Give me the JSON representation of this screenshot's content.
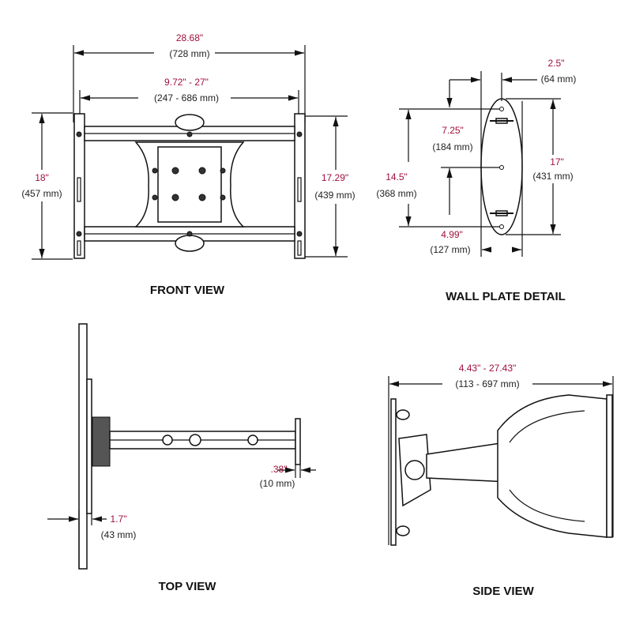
{
  "colors": {
    "inch_text": "#a0103c",
    "mm_text": "#222222",
    "lines": "#111111"
  },
  "front_view": {
    "title": "FRONT VIEW",
    "overall_width": {
      "in": "28.68\"",
      "mm": "(728 mm)"
    },
    "rail_range": {
      "in": "9.72\" - 27\"",
      "mm": "(247 - 686 mm)"
    },
    "bracket_height": {
      "in": "18\"",
      "mm": "(457 mm)"
    },
    "mount_height": {
      "in": "17.29\"",
      "mm": "(439 mm)"
    }
  },
  "wall_plate": {
    "title": "WALL PLATE DETAIL",
    "offset": {
      "in": "2.5\"",
      "mm": "(64 mm)"
    },
    "half_hole_spacing": {
      "in": "7.25\"",
      "mm": "(184 mm)"
    },
    "hole_spacing": {
      "in": "14.5\"",
      "mm": "(368 mm)"
    },
    "plate_height": {
      "in": "17\"",
      "mm": "(431 mm)"
    },
    "plate_width": {
      "in": "4.99\"",
      "mm": "(127 mm)"
    }
  },
  "top_view": {
    "title": "TOP VIEW",
    "wall_plate_thickness": {
      "in": ".38\"",
      "mm": "(10 mm)"
    },
    "bracket_depth": {
      "in": "1.7\"",
      "mm": "(43 mm)"
    }
  },
  "side_view": {
    "title": "SIDE VIEW",
    "extension": {
      "in": "4.43\" - 27.43\"",
      "mm": "(113 - 697 mm)"
    }
  }
}
